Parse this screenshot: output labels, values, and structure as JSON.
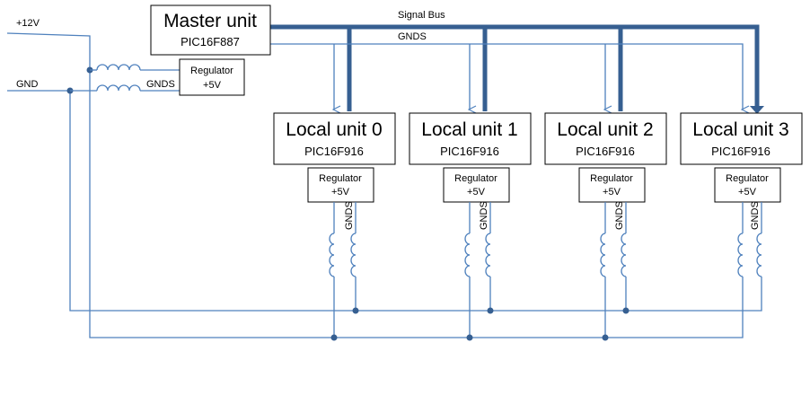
{
  "inputs": {
    "supply_label": "+12V",
    "ground_label": "GND"
  },
  "bus": {
    "signal_label": "Signal Bus",
    "gnds_label": "GNDS"
  },
  "master": {
    "title": "Master unit",
    "chip": "PIC16F887",
    "regulator_line1": "Regulator",
    "regulator_line2": "+5V",
    "gnds_label": "GNDS"
  },
  "local_units": [
    {
      "title": "Local unit 0",
      "chip": "PIC16F916",
      "regulator_line1": "Regulator",
      "regulator_line2": "+5V",
      "gnds_label": "GNDS"
    },
    {
      "title": "Local unit 1",
      "chip": "PIC16F916",
      "regulator_line1": "Regulator",
      "regulator_line2": "+5V",
      "gnds_label": "GNDS"
    },
    {
      "title": "Local unit 2",
      "chip": "PIC16F916",
      "regulator_line1": "Regulator",
      "regulator_line2": "+5V",
      "gnds_label": "GNDS"
    },
    {
      "title": "Local unit 3",
      "chip": "PIC16F916",
      "regulator_line1": "Regulator",
      "regulator_line2": "+5V",
      "gnds_label": "GNDS"
    }
  ],
  "colors": {
    "wire": "#4f81bd",
    "bus": "#365f91"
  }
}
